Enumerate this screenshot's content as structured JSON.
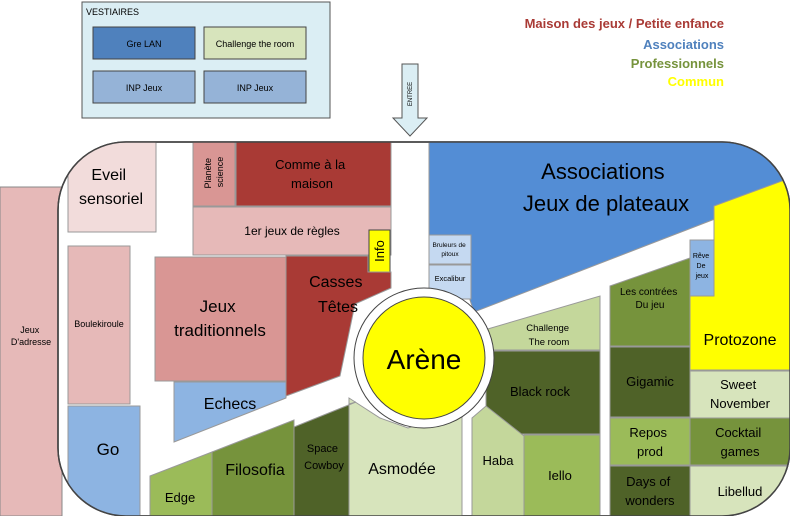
{
  "vestiaires": {
    "title": "VESTIAIRES",
    "rooms": [
      "Gre LAN",
      "Challenge the room",
      "INP Jeux",
      "INP Jeux"
    ]
  },
  "legend": [
    {
      "label": "Maison des jeux / Petite enfance",
      "color": "#a93a35"
    },
    {
      "label": "Associations",
      "color": "#4f81bd"
    },
    {
      "label": "Professionnels",
      "color": "#76933c"
    },
    {
      "label": "Commun",
      "color": "#ffff00"
    }
  ],
  "entrance_label": "ENTREE",
  "stands": {
    "jeux_adresse": [
      "Jeux",
      "D'adresse"
    ],
    "boulekiroule": "Boulekiroule",
    "eveil": [
      "Eveil",
      "sensoriel"
    ],
    "planete": [
      "Planète",
      "science"
    ],
    "comme_maison": [
      "Comme à la",
      "maison"
    ],
    "premier_jeux": "1er jeux de règles",
    "info": "Info",
    "jeux_trad": [
      "Jeux",
      "traditionnels"
    ],
    "casses_tetes": [
      "Casses",
      "Têtes"
    ],
    "echecs": "Echecs",
    "go": "Go",
    "associations": [
      "Associations",
      "Jeux de plateaux"
    ],
    "bruleurs": [
      "Bruleurs de",
      "pitoux"
    ],
    "excalibur": "Excalibur",
    "arene": "Arène",
    "challenge": [
      "Challenge",
      "The room"
    ],
    "black_rock": "Black rock",
    "haba": "Haba",
    "iello": "Iello",
    "edge": "Edge",
    "filosofia": "Filosofia",
    "space_cowboy": [
      "Space",
      "Cowboy"
    ],
    "asmodee": "Asmodée",
    "contrees": [
      "Les contrées",
      "Du jeu"
    ],
    "reve": [
      "Rêve",
      "De",
      "jeux"
    ],
    "protozone": "Protozone",
    "gigamic": "Gigamic",
    "sweet": [
      "Sweet",
      "November"
    ],
    "repos": [
      "Repos",
      "prod"
    ],
    "cocktail": [
      "Cocktail",
      "games"
    ],
    "days": [
      "Days of",
      "wonders"
    ],
    "libellud": "Libellud"
  }
}
